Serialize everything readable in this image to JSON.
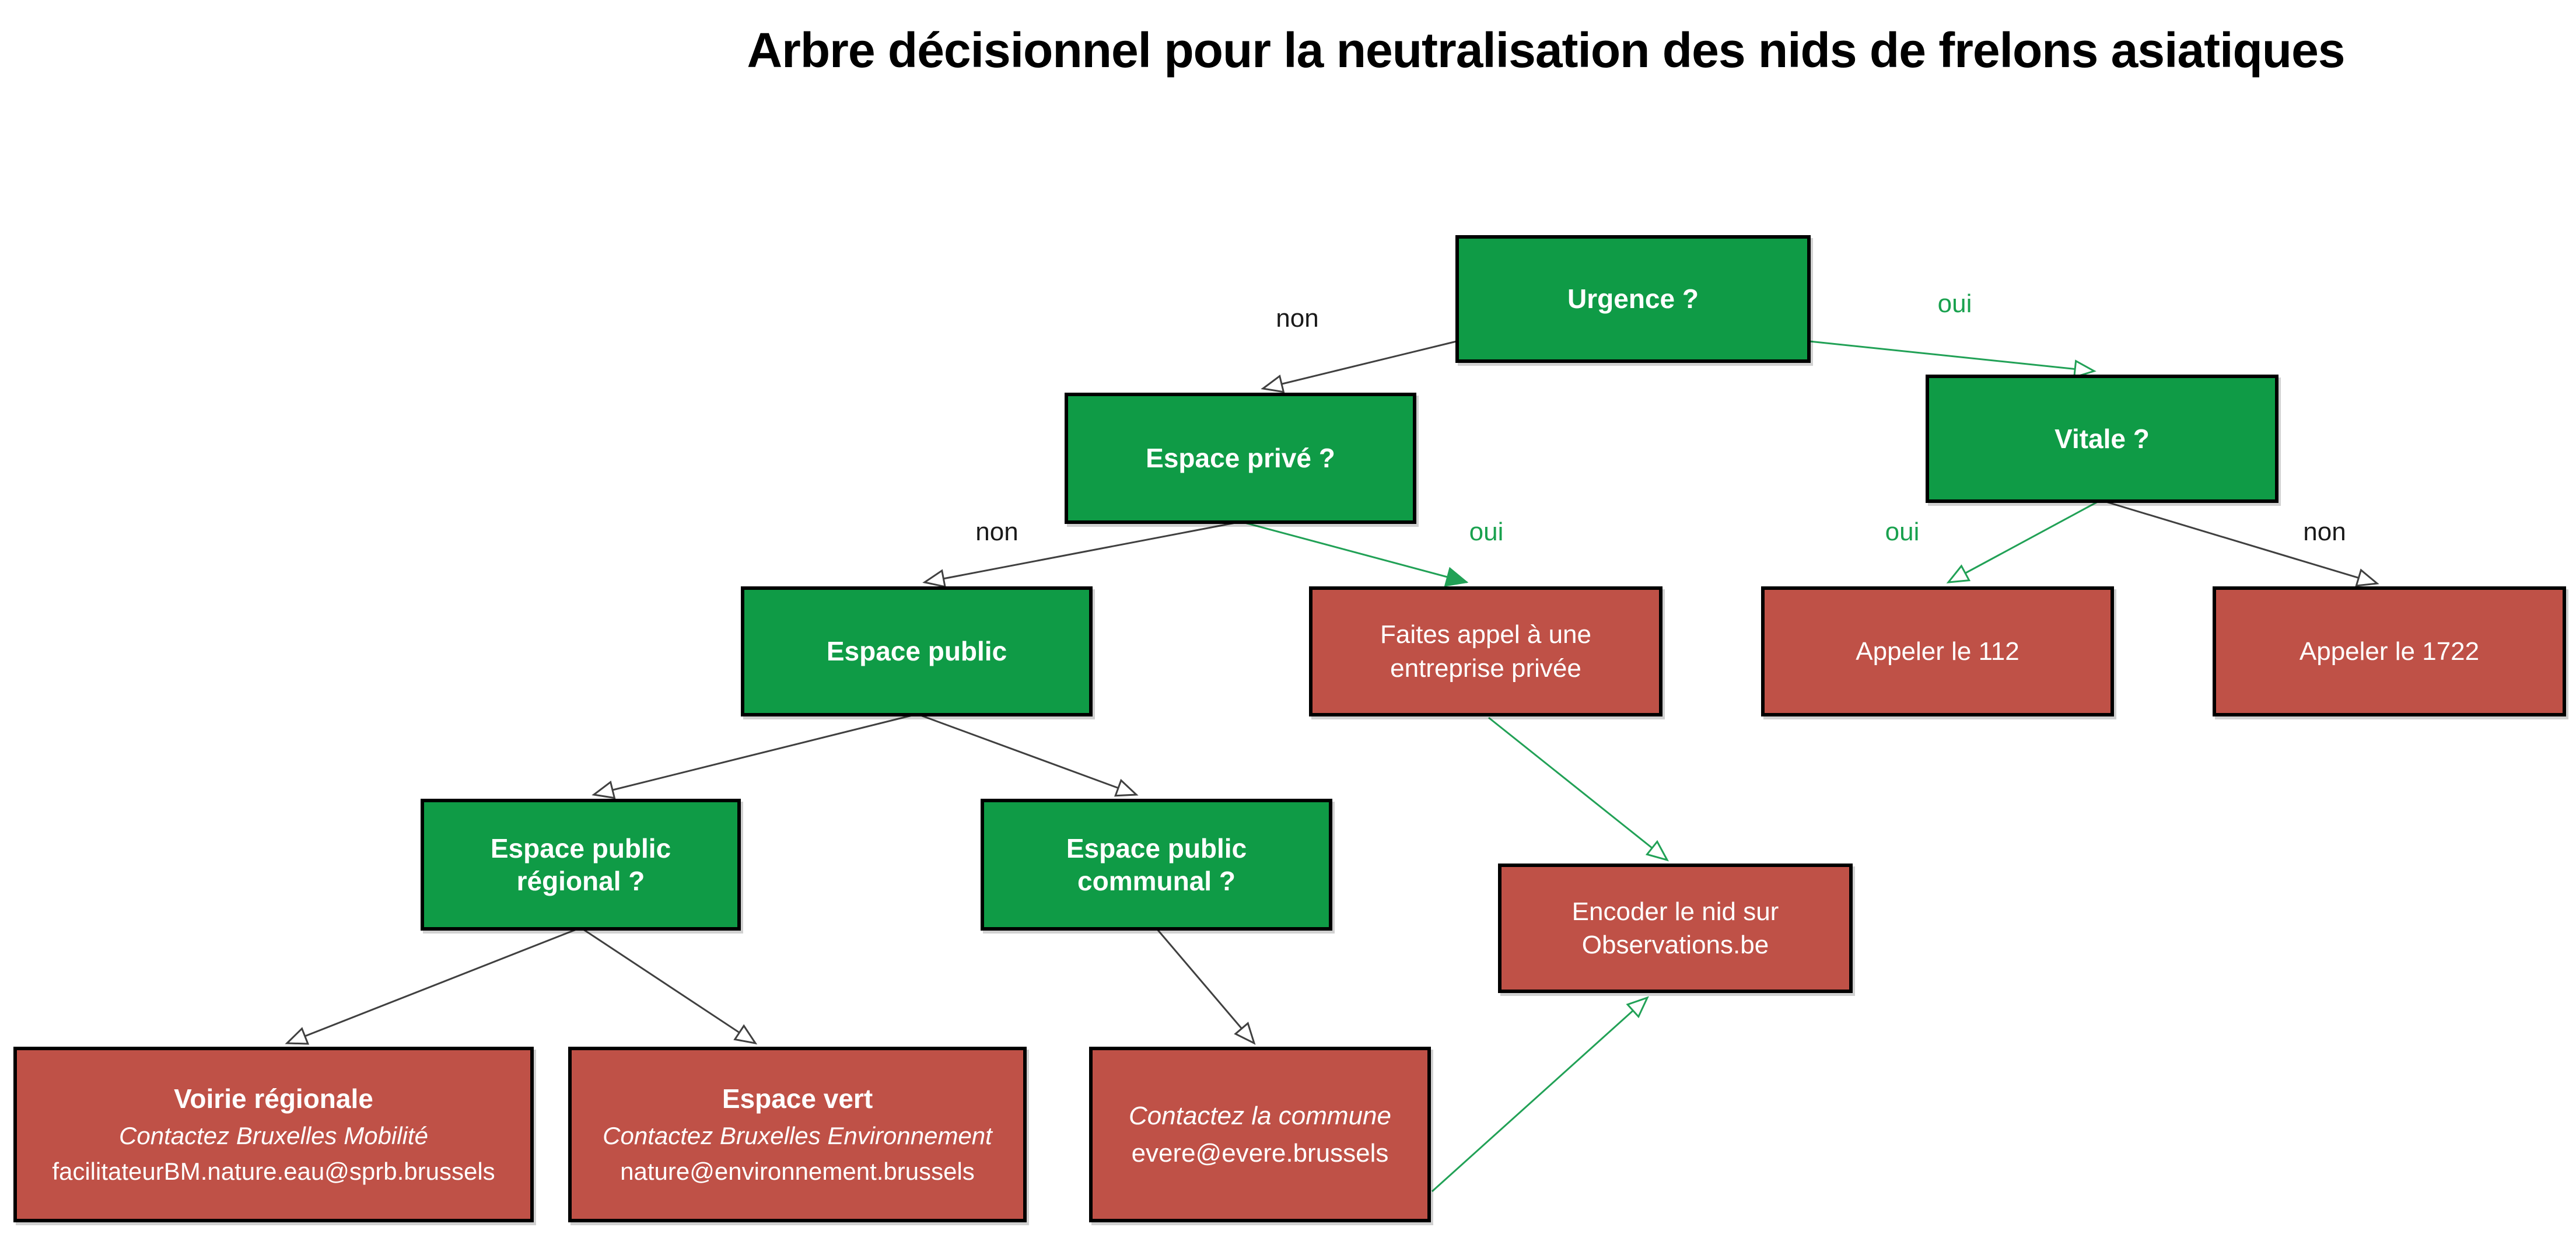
{
  "title": "Arbre décisionnel pour la neutralisation des nids de frelons asiatiques",
  "colors": {
    "node_green": "#0f9b46",
    "node_red": "#bf5147",
    "edge_gray": "#404040",
    "edge_green": "#21a156",
    "label_green": "#19a14e",
    "label_black": "#1a1a1a",
    "border_black": "#000000"
  },
  "nodes": {
    "urgence": {
      "label": "Urgence ?"
    },
    "espace_prive": {
      "label": "Espace privé ?"
    },
    "vitale": {
      "label": "Vitale ?"
    },
    "espace_public": {
      "label": "Espace public"
    },
    "entreprise_privee": {
      "label": "Faites appel à une\nentreprise privée"
    },
    "appeler_112": {
      "label": "Appeler le 112"
    },
    "appeler_1722": {
      "label": "Appeler le 1722"
    },
    "public_regional": {
      "label": "Espace public\nrégional ?"
    },
    "public_communal": {
      "label": "Espace public\ncommunal ?"
    },
    "encoder_nid": {
      "label": "Encoder le nid sur\nObservations.be"
    },
    "voirie_regionale": {
      "title": "Voirie régionale",
      "subtitle": "Contactez Bruxelles Mobilité",
      "email": "facilitateurBM.nature.eau@sprb.brussels"
    },
    "espace_vert": {
      "title": "Espace vert",
      "subtitle": "Contactez Bruxelles Environnement",
      "email": "nature@environnement.brussels"
    },
    "contactez_commune": {
      "subtitle": "Contactez la commune",
      "email": "evere@evere.brussels"
    }
  },
  "edge_labels": {
    "urgence_non": "non",
    "urgence_oui": "oui",
    "prive_non": "non",
    "prive_oui": "oui",
    "vitale_oui": "oui",
    "vitale_non": "non"
  }
}
